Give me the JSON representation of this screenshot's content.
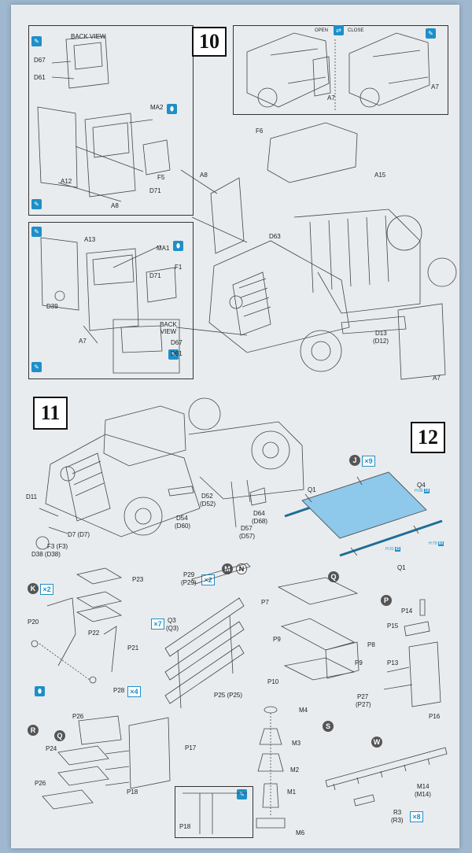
{
  "steps": {
    "s10": "10",
    "s11": "11",
    "s12": "12"
  },
  "view_labels": {
    "back_view_1": "BACK VIEW",
    "back_view_2": "BACK VIEW",
    "open": "OPEN",
    "close": "CLOSE"
  },
  "parts": {
    "D67a": "D67",
    "D61a": "D61",
    "MA2": "MA2",
    "A12": "A12",
    "F5": "F5",
    "D71a": "D71",
    "A8a": "A8",
    "A7top": "A7",
    "A7top2": "A7",
    "F6": "F6",
    "A15": "A15",
    "A8b": "A8",
    "D63": "D63",
    "A13": "A13",
    "MA1": "MA1",
    "D71b": "D71",
    "F1": "F1",
    "D39": "D39",
    "A7c": "A7",
    "D67b": "D67",
    "D61b": "D61",
    "D13": "D13",
    "D12p": "(D12)",
    "A7d": "A7",
    "D11": "D11",
    "D7": "D7 (D7)",
    "F3": "F3 (F3)",
    "D38": "D38 (D38)",
    "D52": "D52",
    "D52p": "(D52)",
    "D54": "D54",
    "D60p": "(D60)",
    "D57": "D57",
    "D57p": "(D57)",
    "D64": "D64",
    "D68p": "(D68)",
    "Q1a": "Q1",
    "Q4": "Q4",
    "Q1b": "Q1",
    "P23": "P23",
    "P20": "P20",
    "P22": "P22",
    "P21": "P21",
    "P28": "P28",
    "P29": "P29",
    "P29p": "(P29)",
    "Q3": "Q3",
    "Q3p": "(Q3)",
    "P25": "P25 (P25)",
    "P7": "P7",
    "P9a": "P9",
    "P8": "P8",
    "P9b": "P9",
    "P10": "P10",
    "P14": "P14",
    "P15": "P15",
    "P13": "P13",
    "P27": "P27",
    "P27p": "(P27)",
    "P16": "P16",
    "P26a": "P26",
    "P24": "P24",
    "P17": "P17",
    "P18a": "P18",
    "P26b": "P26",
    "P18b": "P18",
    "M4": "M4",
    "M3": "M3",
    "M2": "M2",
    "M1": "M1",
    "M6": "M6",
    "M14": "M14",
    "M14p": "(M14)",
    "R3": "R3",
    "R3p": "(R3)"
  },
  "sub_assemblies": {
    "J": "J",
    "K": "K",
    "M": "M",
    "N": "N",
    "Q": "Q",
    "P": "P",
    "R": "R",
    "Q2": "Q",
    "S": "S",
    "W": "W"
  },
  "quantities": {
    "J": "×9",
    "K": "×2",
    "P29": "×2",
    "Q3": "×7",
    "P28": "×4",
    "R3": "×8"
  },
  "color_chips": {
    "q4_code": "H:66",
    "q4_num": "19",
    "q1b_code": "H:70",
    "q1b_num": "60",
    "q1c_code": "H:31",
    "q1c_num": "43"
  },
  "icons": [
    "paint-icon",
    "glue-icon",
    "open-close-icon"
  ],
  "colors": {
    "accent": "#1e8fc8",
    "paper": "#e9ecee",
    "background": "#9fb8cf",
    "part_highlight": "#8ec8ea"
  }
}
